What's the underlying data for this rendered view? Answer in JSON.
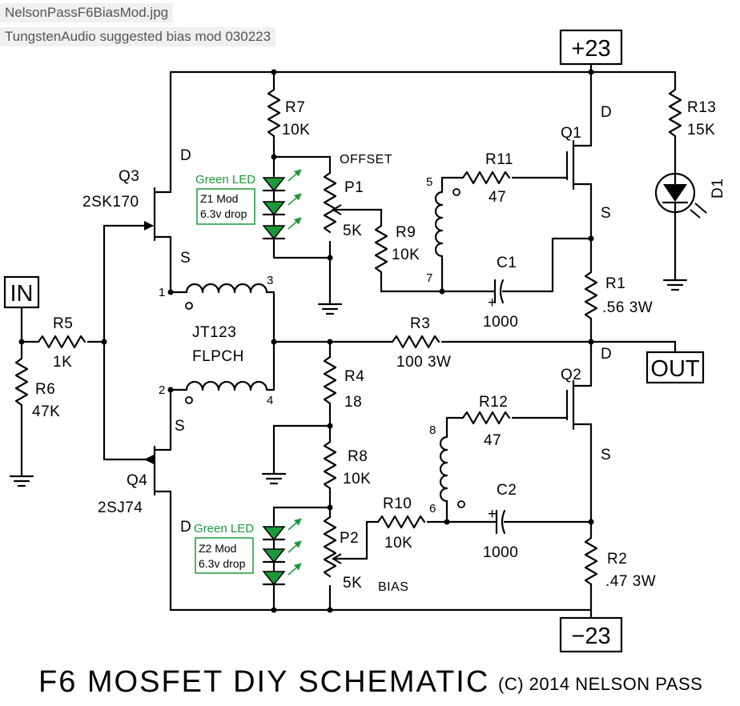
{
  "file_label": "NelsonPassF6BiasMod.jpg",
  "note_label": "TungstenAudio suggested bias mod 030223",
  "rails": {
    "pos": "+23",
    "neg": "−23"
  },
  "io": {
    "in": "IN",
    "out": "OUT"
  },
  "q3": {
    "name": "Q3",
    "part": "2SK170",
    "d": "D",
    "s": "S"
  },
  "q4": {
    "name": "Q4",
    "part": "2SJ74",
    "d": "D",
    "s": "S"
  },
  "q1": {
    "name": "Q1",
    "d": "D",
    "s": "S"
  },
  "q2": {
    "name": "Q2",
    "d": "D",
    "s": "S"
  },
  "transformer": {
    "line1": "JT123",
    "line2": "FLPCH",
    "p1": "1",
    "p2": "2",
    "p3": "3",
    "p4": "4"
  },
  "r5": {
    "name": "R5",
    "value": "1K"
  },
  "r6": {
    "name": "R6",
    "value": "47K"
  },
  "r7": {
    "name": "R7",
    "value": "10K"
  },
  "r8": {
    "name": "R8",
    "value": "10K"
  },
  "r4": {
    "name": "R4",
    "value": "18"
  },
  "r9": {
    "name": "R9",
    "value": "10K"
  },
  "r10": {
    "name": "R10",
    "value": "10K"
  },
  "r11": {
    "name": "R11",
    "value": "47"
  },
  "r12": {
    "name": "R12",
    "value": "47"
  },
  "r3": {
    "name": "R3",
    "value": "100 3W"
  },
  "r1": {
    "name": "R1",
    "value": ".56 3W"
  },
  "r2": {
    "name": "R2",
    "value": ".47 3W"
  },
  "r13": {
    "name": "R13",
    "value": "15K"
  },
  "d1": {
    "name": "D1"
  },
  "p1": {
    "name": "P1",
    "value": "5K",
    "function": "OFFSET"
  },
  "p2": {
    "name": "P2",
    "value": "5K",
    "function": "BIAS"
  },
  "c1": {
    "name": "C1",
    "value": "1000",
    "plus": "+"
  },
  "c2": {
    "name": "C2",
    "value": "1000",
    "plus": "+"
  },
  "coil_pins": {
    "a": "5",
    "b": "7",
    "c": "8",
    "d": "6"
  },
  "z1": {
    "led_label": "Green LED",
    "line1": "Z1 Mod",
    "line2": "6.3v drop"
  },
  "z2": {
    "led_label": "Green LED",
    "line1": "Z2 Mod",
    "line2": "6.3v drop"
  },
  "title": "F6 MOSFET DIY SCHEMATIC",
  "copyright": "(C) 2014 NELSON PASS",
  "colors": {
    "led_green": "#1a9a3a",
    "wire": "#000000",
    "background": "#ffffff"
  }
}
